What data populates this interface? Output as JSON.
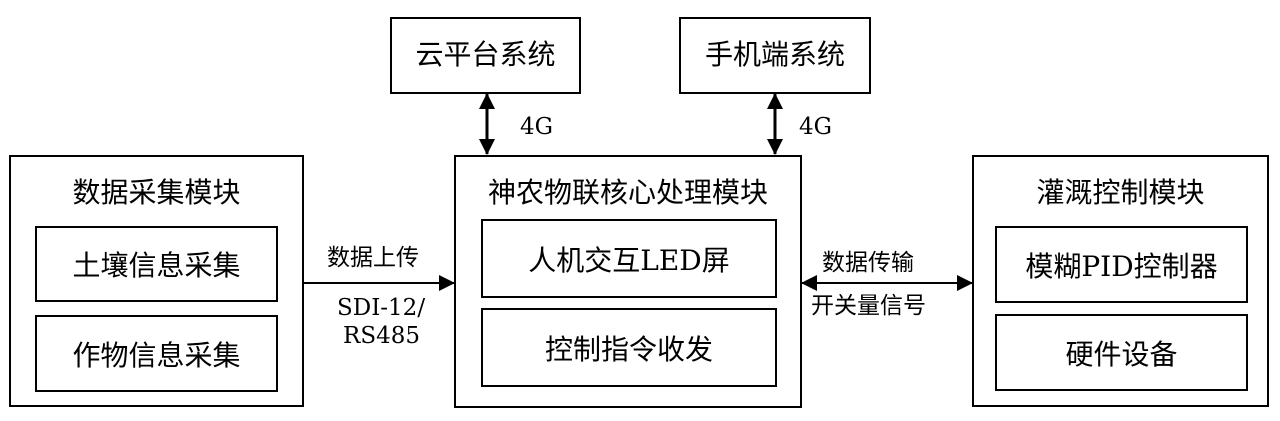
{
  "top_boxes": {
    "cloud": "云平台系统",
    "mobile": "手机端系统"
  },
  "links": {
    "cloud_link": "4G",
    "mobile_link": "4G",
    "upload_top": "数据上传",
    "upload_bottom_1": "SDI-12/",
    "upload_bottom_2": "RS485",
    "transfer_top": "数据传输",
    "transfer_bottom": "开关量信号"
  },
  "left_module": {
    "title": "数据采集模块",
    "items": [
      "土壤信息采集",
      "作物信息采集"
    ]
  },
  "center_module": {
    "title": "神农物联核心处理模块",
    "items": [
      "人机交互LED屏",
      "控制指令收发"
    ]
  },
  "right_module": {
    "title": "灌溉控制模块",
    "items": [
      "模糊PID控制器",
      "硬件设备"
    ]
  }
}
